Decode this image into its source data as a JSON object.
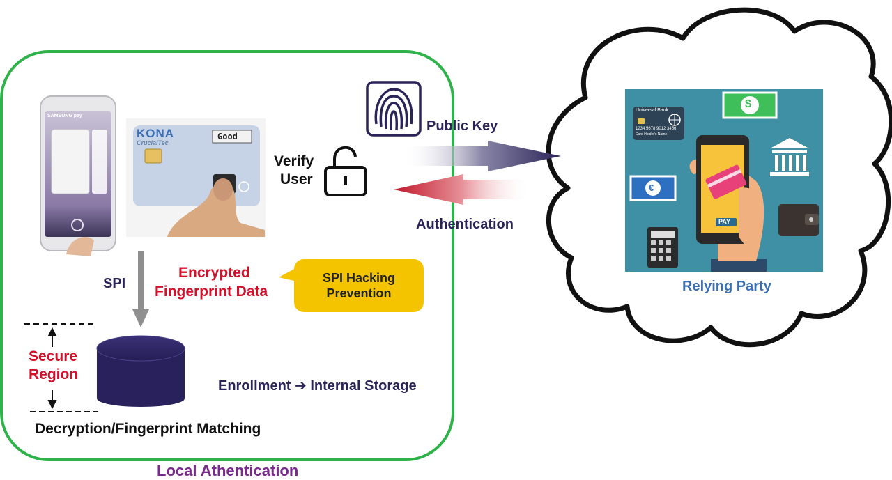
{
  "labels": {
    "public_key": "Public Key",
    "authentication": "Authentication",
    "verify_user_line1": "Verify",
    "verify_user_line2": "User",
    "spi": "SPI",
    "encrypted_line1": "Encrypted",
    "encrypted_line2": "Fingerprint Data",
    "spi_hacking": "SPI Hacking Prevention",
    "secure_line1": "Secure",
    "secure_line2": "Region",
    "enrollment": "Enrollment ➔ Internal Storage",
    "decryption": "Decryption/Fingerprint Matching",
    "local_authentication": "Local Athentication",
    "relying_party": "Relying Party"
  },
  "card": {
    "brand": "KONA",
    "sub_brand": "CrucialTec",
    "display_text": "Good"
  },
  "phone": {
    "brand": "SAMSUNG pay"
  },
  "bank_card": {
    "bank": "Universal Bank",
    "number": "1234 5678 9012 3456",
    "holder": "Card Holder's Name"
  },
  "pay_button": "PAY",
  "money_symbols": {
    "dollar": "$",
    "euro": "€"
  },
  "colors": {
    "local_border": "#2fb24a",
    "navy_text": "#2b2458",
    "red_text": "#d3102a",
    "callout": "#f5c400",
    "panel_bg": "#3f8fa5",
    "storage_cylinder": "#28215c"
  }
}
